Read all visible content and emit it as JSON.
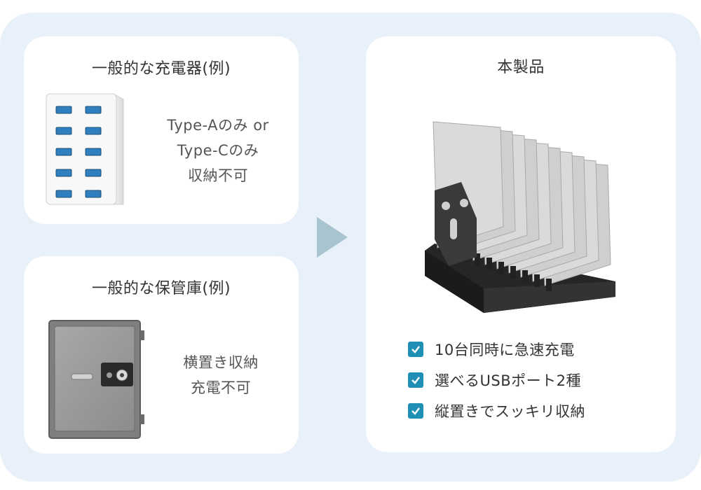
{
  "charger_card": {
    "title": "一般的な充電器(例)",
    "desc_line1": "Type-Aのみ or",
    "desc_line2": "Type-Cのみ",
    "desc_line3": "収納不可"
  },
  "safe_card": {
    "title": "一般的な保管庫(例)",
    "desc_line1": "横置き収納",
    "desc_line2": "充電不可"
  },
  "product_card": {
    "title": "本製品",
    "features": [
      "10台同時に急速充電",
      "選べるUSBポート2種",
      "縦置きでスッキリ収納"
    ]
  },
  "icons": {
    "arrow": "arrow-right-icon",
    "check": "checkbox-checked-icon"
  },
  "colors": {
    "background": "#e8f0f9",
    "card": "#ffffff",
    "arrow": "#a8c4cf",
    "check": "#1f8fb5"
  }
}
